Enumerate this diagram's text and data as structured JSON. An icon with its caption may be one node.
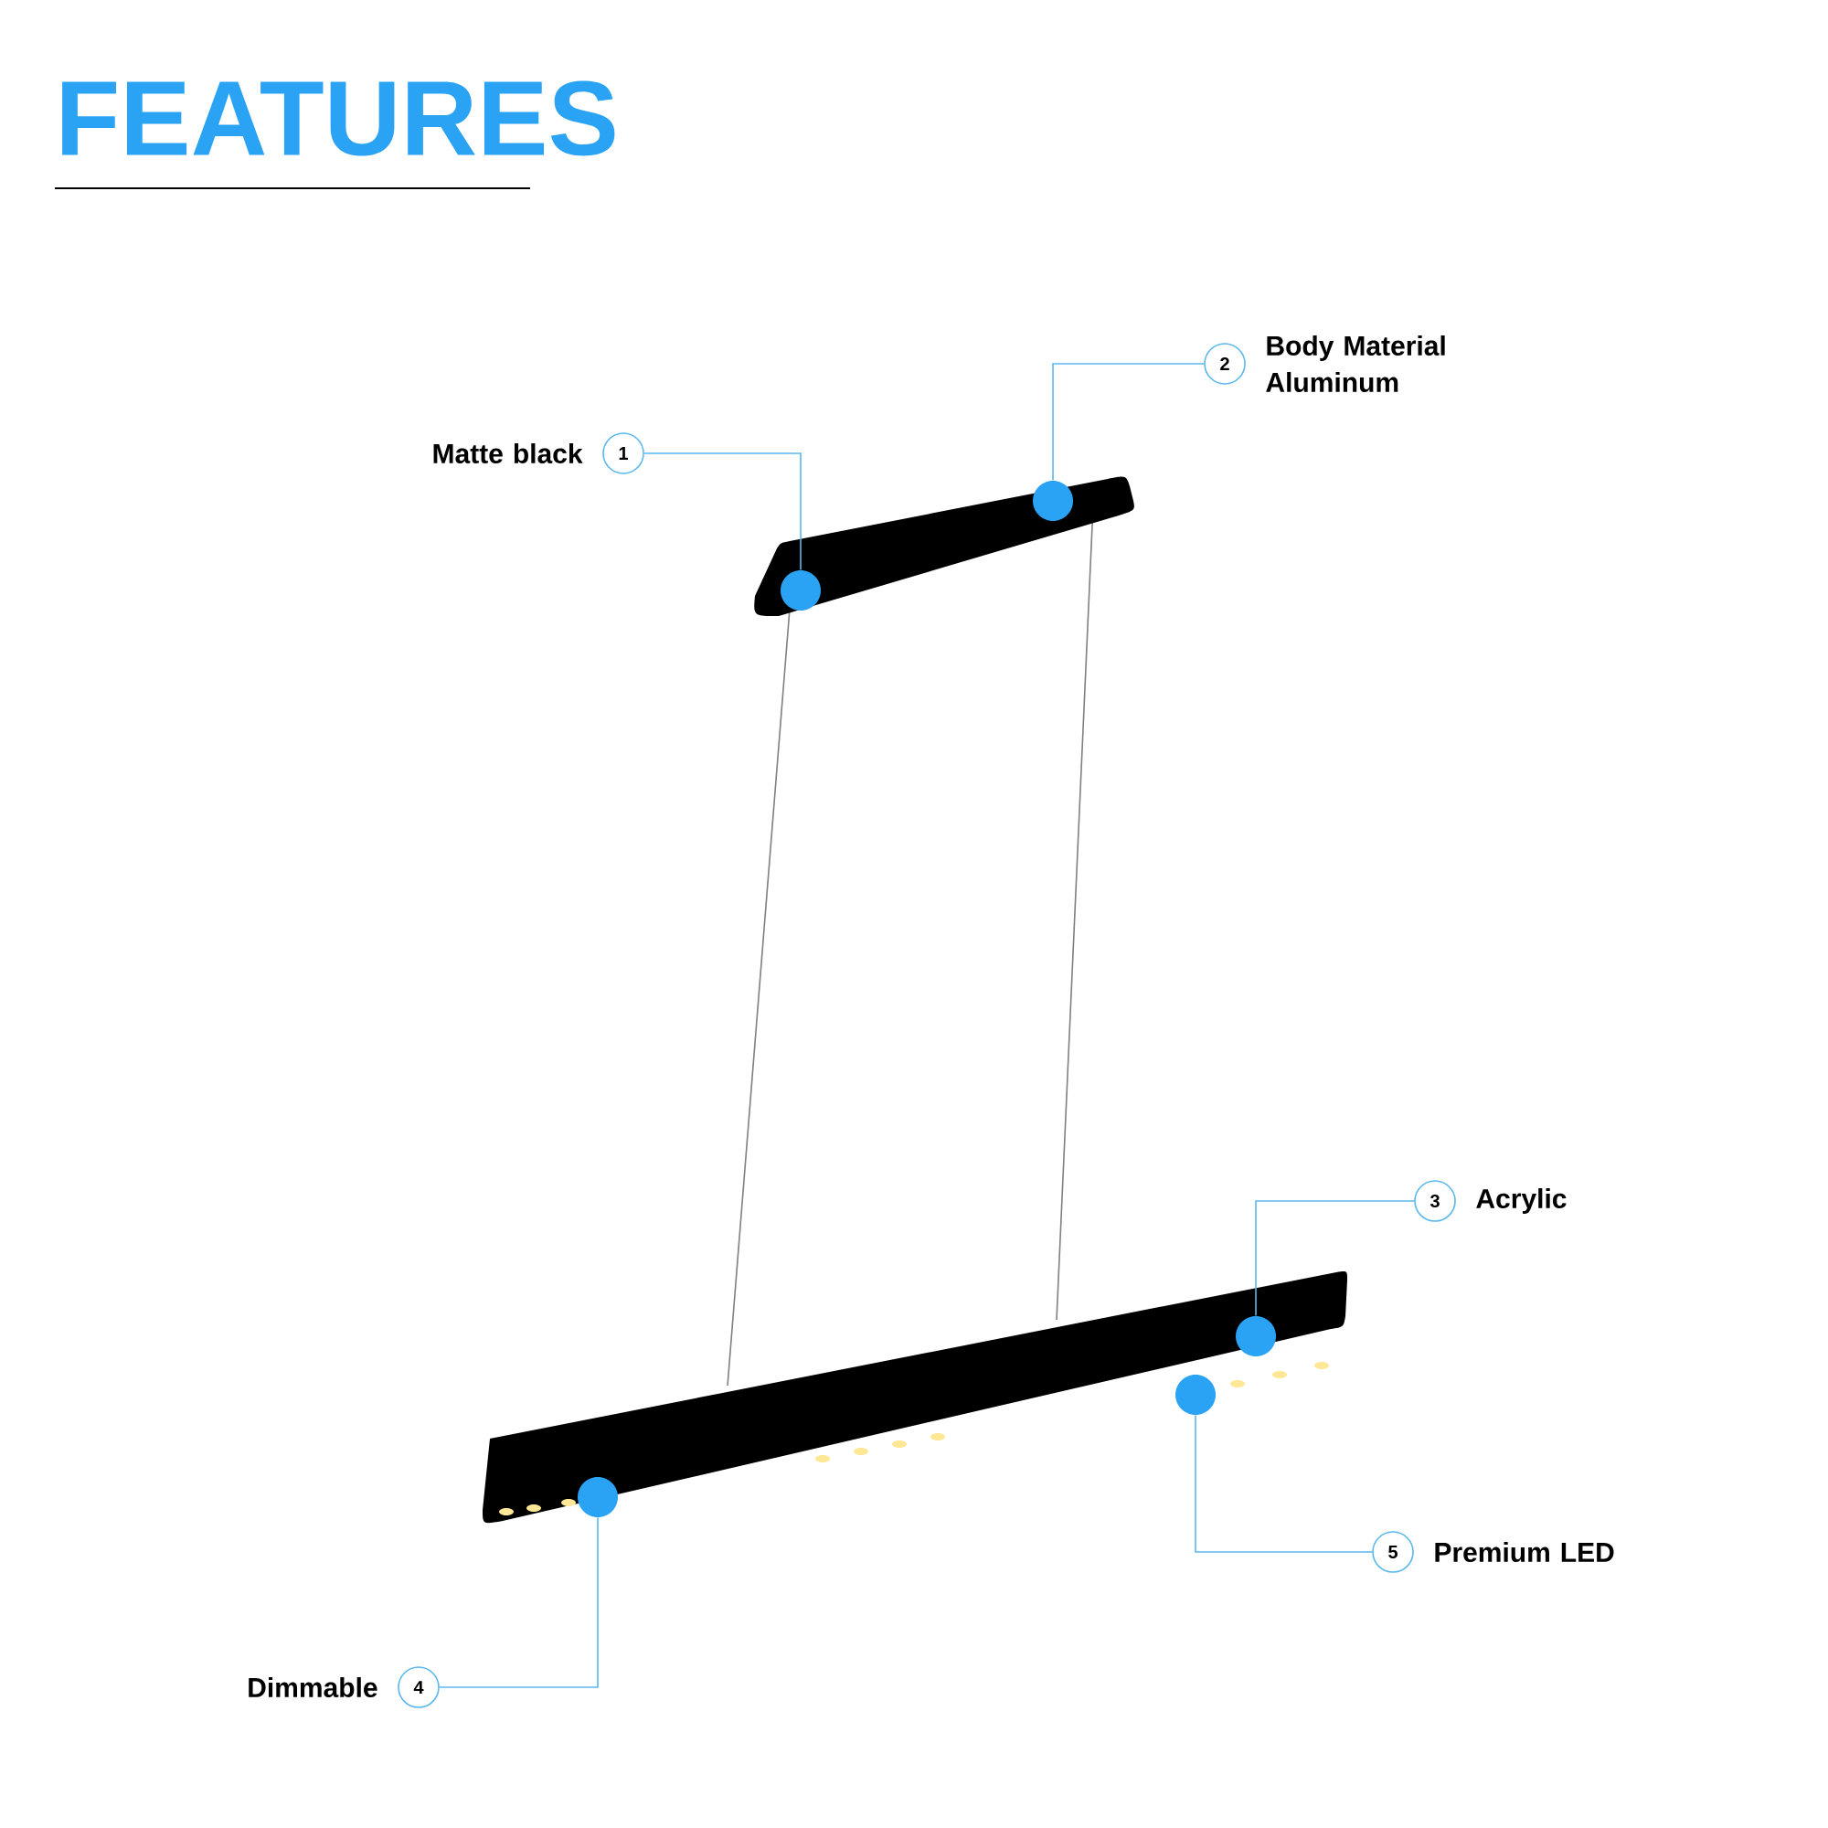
{
  "diagram": {
    "title": "FEATURES",
    "nodes": [
      {
        "text": [
          "1"
        ],
        "beside": [
          "Matte black"
        ]
      },
      {
        "text": [
          "2"
        ],
        "beside": [
          "Body Material Aluminum"
        ]
      },
      {
        "text": [
          "3"
        ],
        "beside": [
          "Acrylic"
        ]
      },
      {
        "text": [
          "4"
        ],
        "beside": [
          "Dimmable"
        ]
      },
      {
        "text": [
          "5"
        ],
        "beside": [
          "Premium LED"
        ]
      },
      {
        "text": [],
        "shape": "circle"
      },
      {
        "text": [],
        "shape": "circle"
      },
      {
        "text": [],
        "shape": "circle"
      },
      {
        "text": [],
        "shape": "circle"
      },
      {
        "text": [],
        "shape": "circle"
      }
    ],
    "edges": [
      {
        "from": 0,
        "to": 5,
        "arrow": "none"
      },
      {
        "from": 1,
        "to": 6,
        "arrow": "none"
      },
      {
        "from": 2,
        "to": 7,
        "arrow": "none"
      },
      {
        "from": 3,
        "to": 8,
        "arrow": "none"
      },
      {
        "from": 4,
        "to": 9,
        "arrow": "none"
      }
    ]
  }
}
